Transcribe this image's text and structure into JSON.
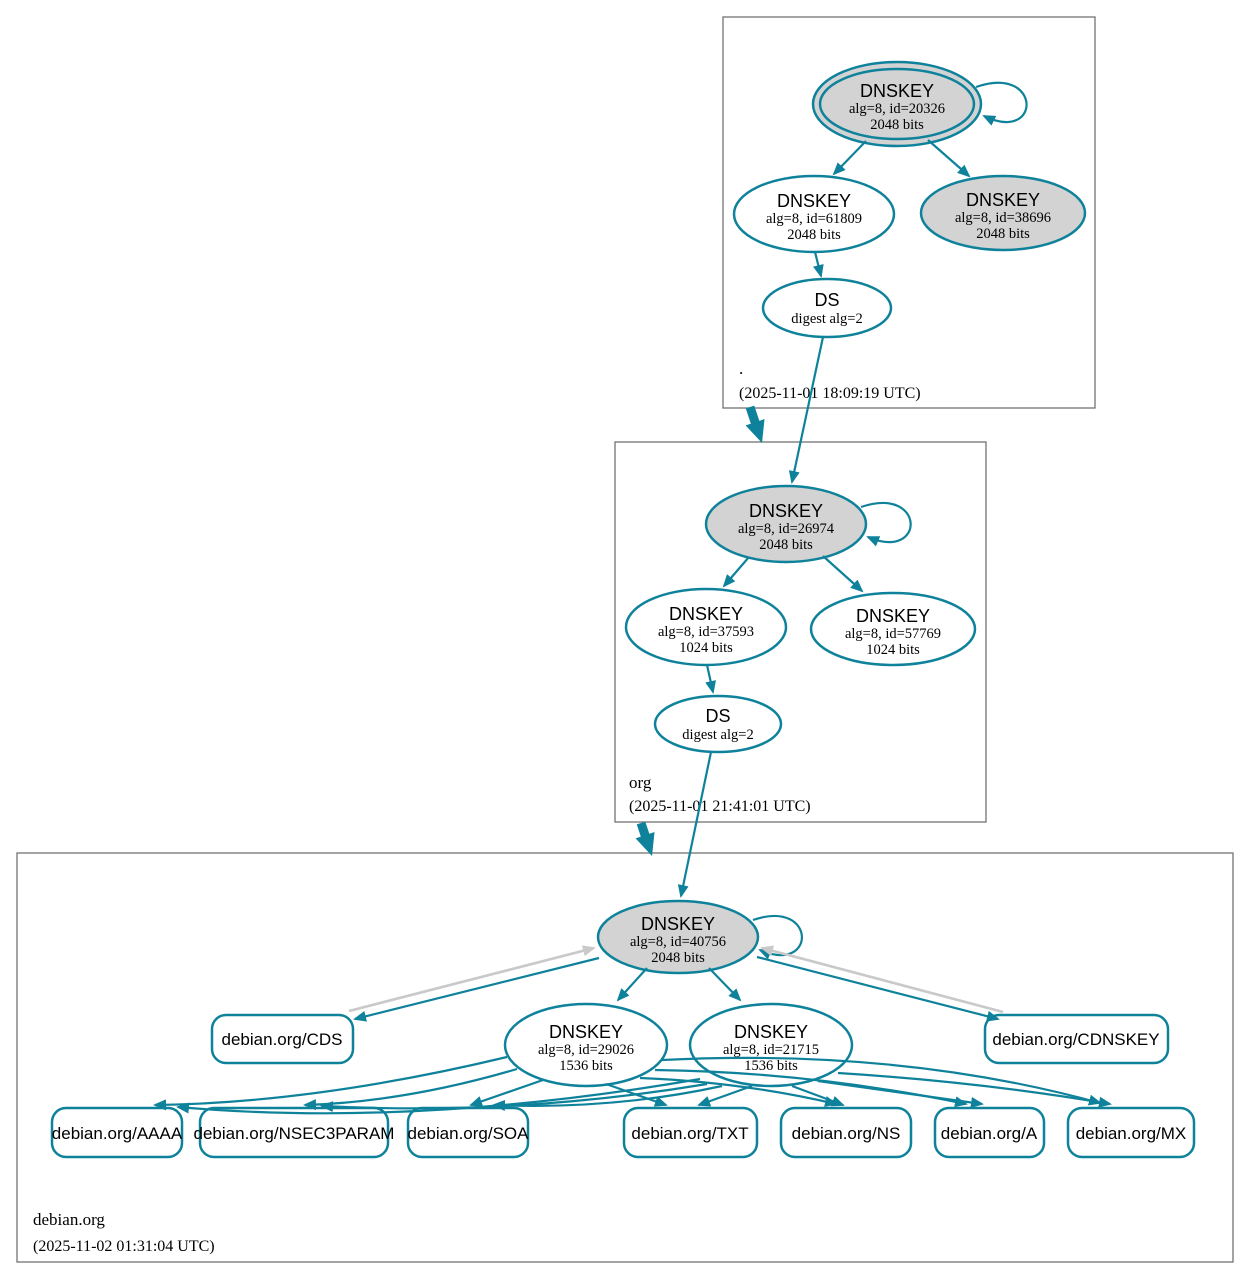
{
  "diagram_type": "dnssec-authentication-chain",
  "colors": {
    "secure_teal": "#0f829b",
    "cds_reference_gray": "#c9c9c9",
    "ksk_fill_gray": "#d3d3d3",
    "zone_border_gray": "#737373",
    "text_black": "#000000",
    "background": "#ffffff"
  },
  "zones": [
    {
      "name": ".",
      "timestamp": "(2025-11-01 18:09:19 UTC)"
    },
    {
      "name": "org",
      "timestamp": "(2025-11-01 21:41:01 UTC)"
    },
    {
      "name": "debian.org",
      "timestamp": "(2025-11-02 01:31:04 UTC)"
    }
  ],
  "nodes": {
    "root_ksk": {
      "title": "DNSKEY",
      "detail": "alg=8, id=20326",
      "bits": "2048 bits"
    },
    "root_zsk": {
      "title": "DNSKEY",
      "detail": "alg=8, id=61809",
      "bits": "2048 bits"
    },
    "root_key2": {
      "title": "DNSKEY",
      "detail": "alg=8, id=38696",
      "bits": "2048 bits"
    },
    "root_ds": {
      "title": "DS",
      "detail": "digest alg=2"
    },
    "org_ksk": {
      "title": "DNSKEY",
      "detail": "alg=8, id=26974",
      "bits": "2048 bits"
    },
    "org_zsk1": {
      "title": "DNSKEY",
      "detail": "alg=8, id=37593",
      "bits": "1024 bits"
    },
    "org_zsk2": {
      "title": "DNSKEY",
      "detail": "alg=8, id=57769",
      "bits": "1024 bits"
    },
    "org_ds": {
      "title": "DS",
      "detail": "digest alg=2"
    },
    "debian_ksk": {
      "title": "DNSKEY",
      "detail": "alg=8, id=40756",
      "bits": "2048 bits"
    },
    "debian_zsk1": {
      "title": "DNSKEY",
      "detail": "alg=8, id=29026",
      "bits": "1536 bits"
    },
    "debian_zsk2": {
      "title": "DNSKEY",
      "detail": "alg=8, id=21715",
      "bits": "1536 bits"
    }
  },
  "rrsets": {
    "cds": "debian.org/CDS",
    "cdnskey": "debian.org/CDNSKEY",
    "aaaa": "debian.org/AAAA",
    "nsec3param": "debian.org/NSEC3PARAM",
    "soa": "debian.org/SOA",
    "txt": "debian.org/TXT",
    "ns": "debian.org/NS",
    "a": "debian.org/A",
    "mx": "debian.org/MX"
  }
}
